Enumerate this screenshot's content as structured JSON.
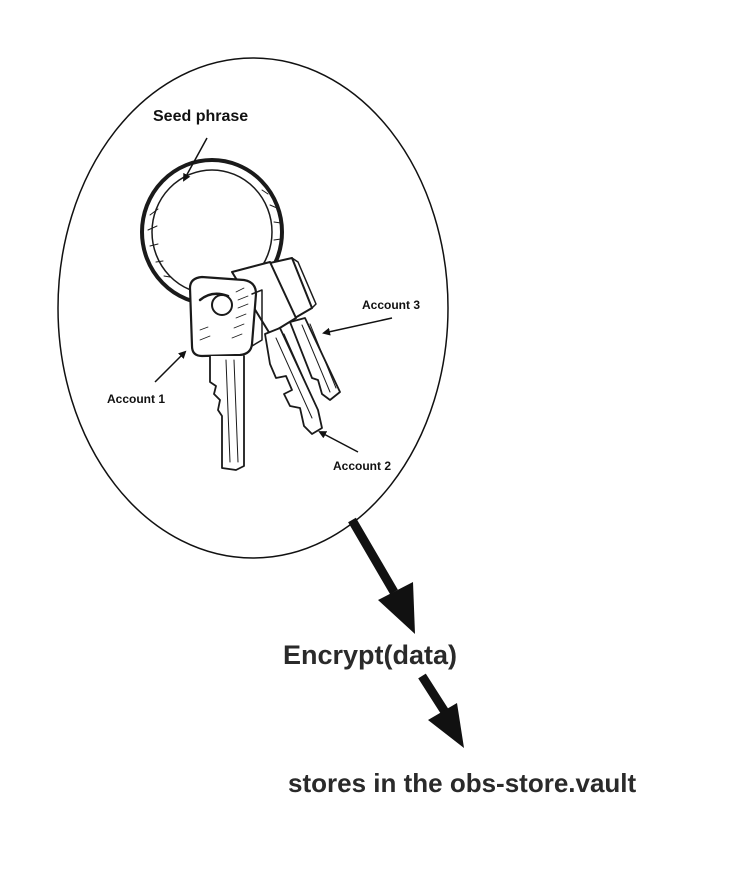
{
  "labels": {
    "seed_phrase": "Seed phrase",
    "account_1": "Account 1",
    "account_2": "Account 2",
    "account_3": "Account 3",
    "encrypt": "Encrypt(data)",
    "stores": "stores in the obs-store.vault"
  },
  "colors": {
    "ink": "#111111",
    "background": "#ffffff"
  },
  "icons": {
    "illustration": "keyring-sketch-icon"
  }
}
